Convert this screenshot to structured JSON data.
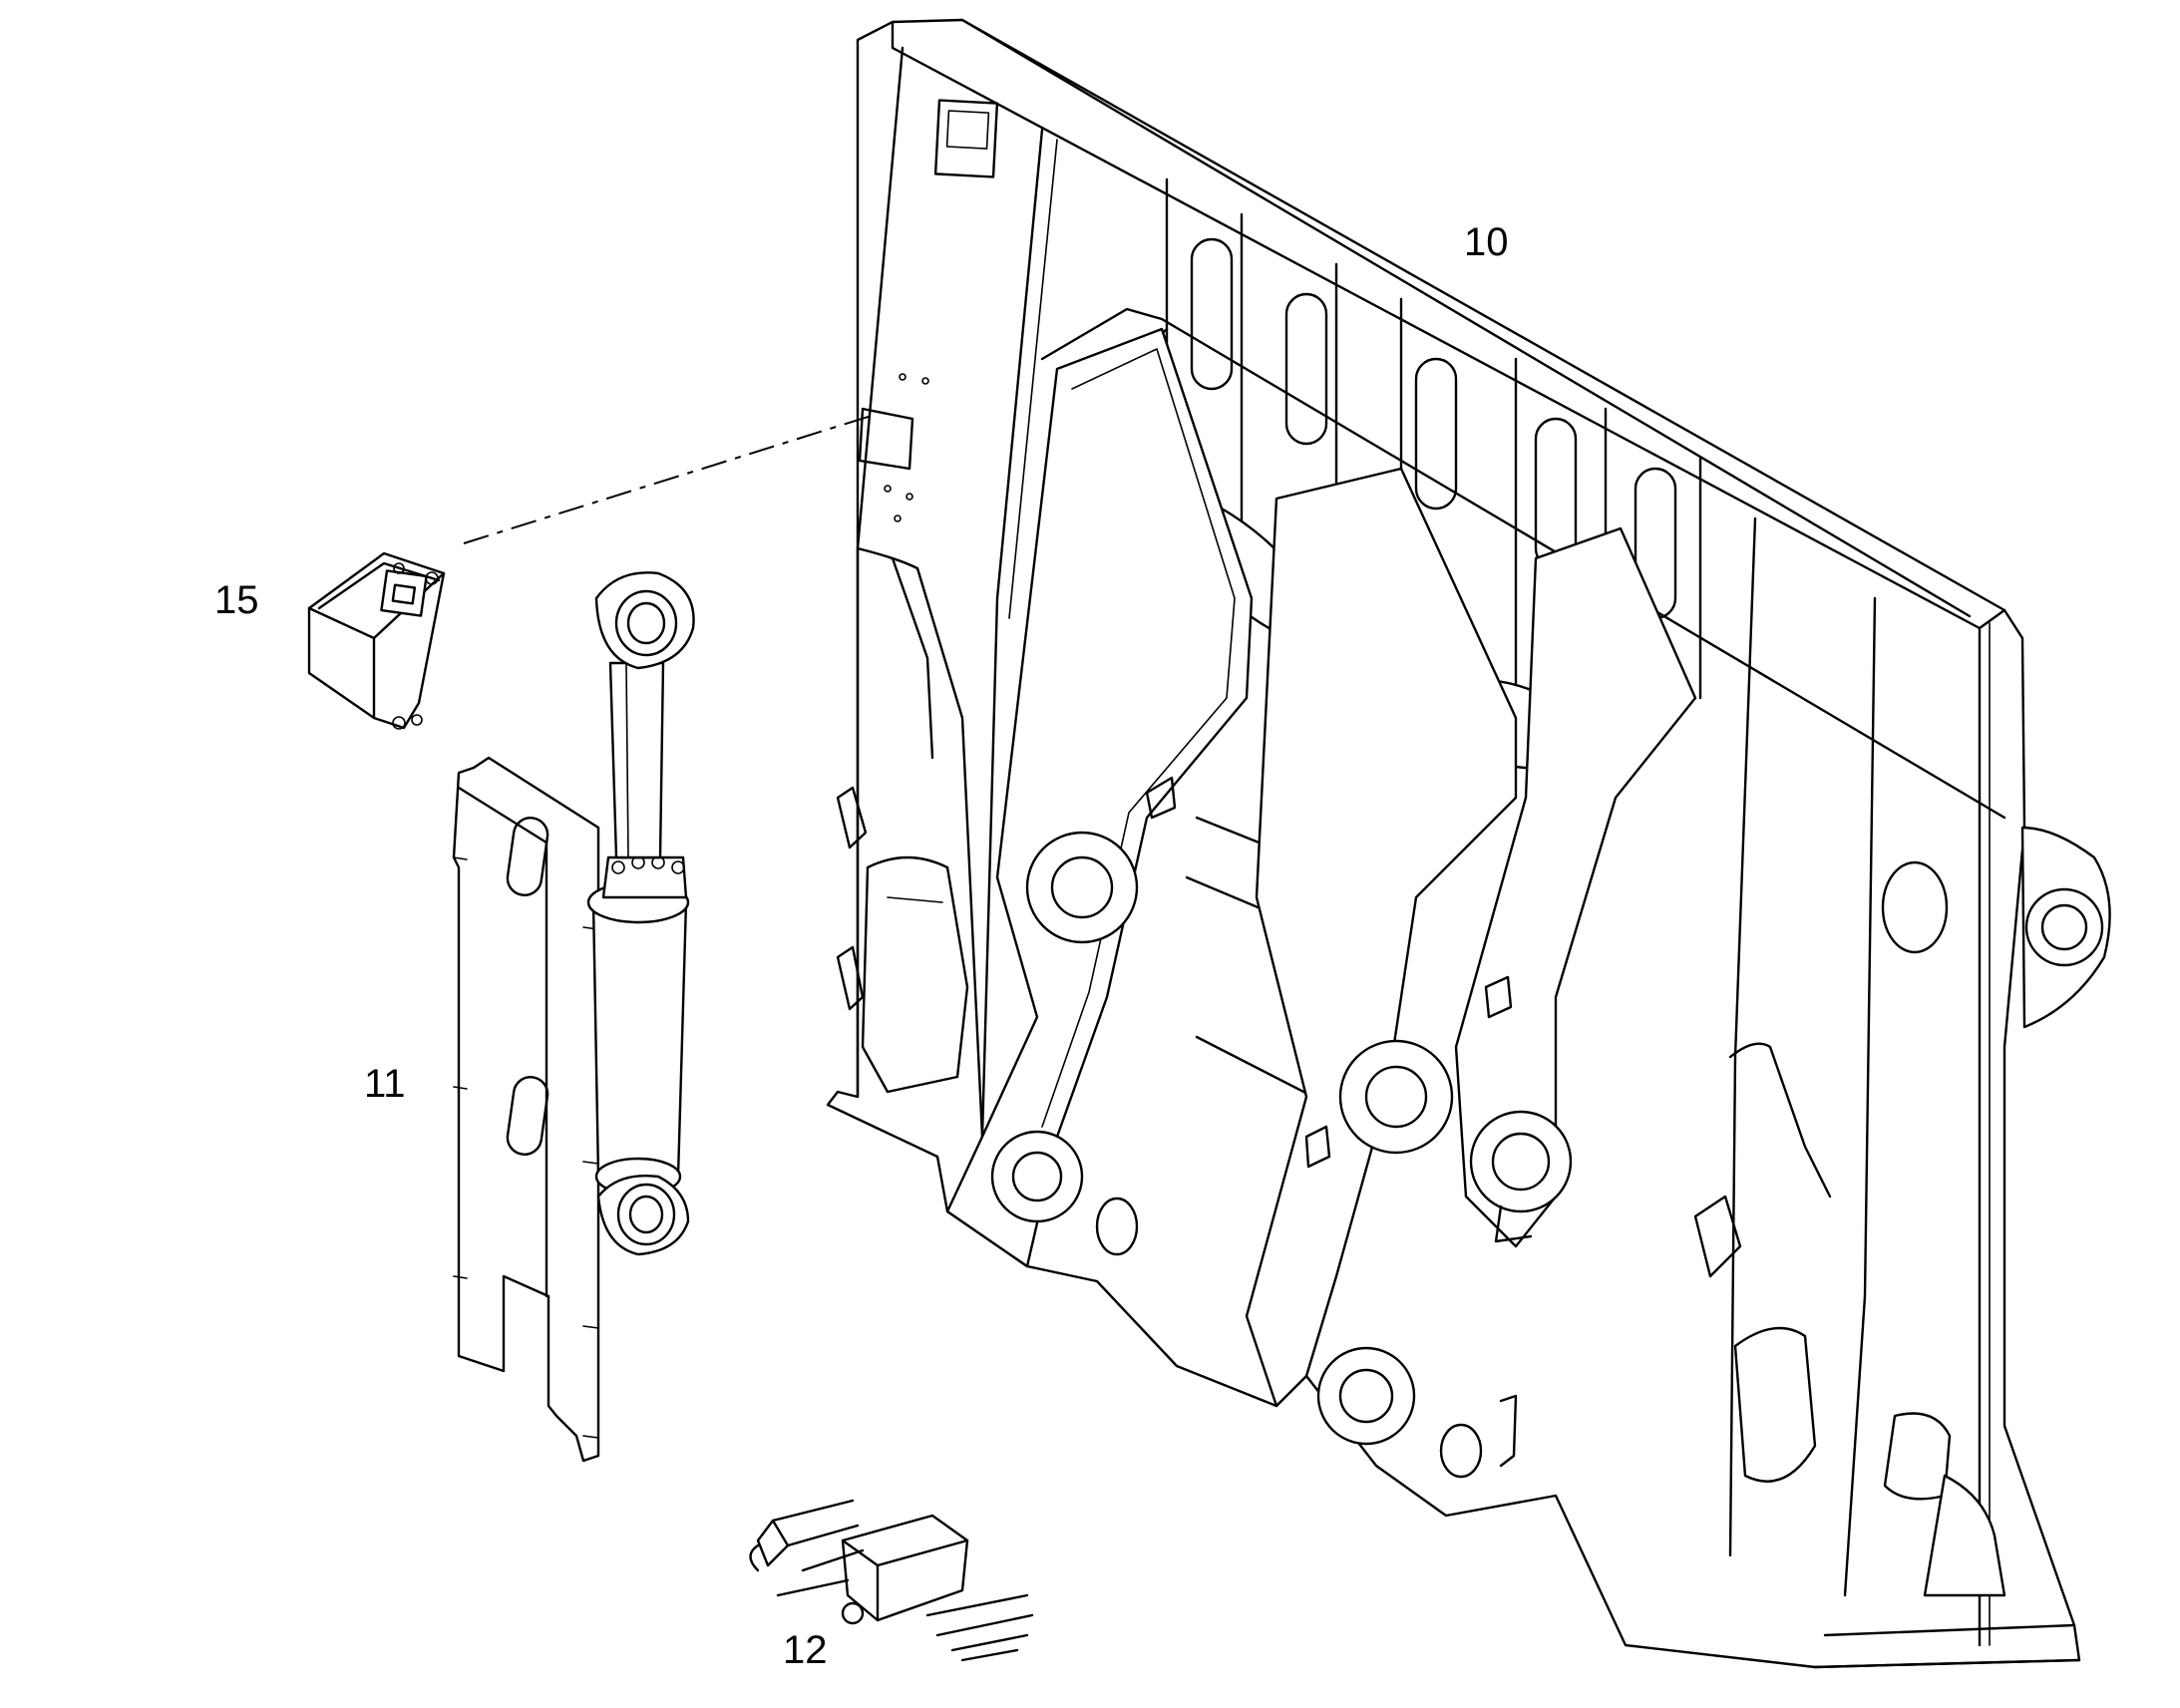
{
  "callouts": {
    "part_10": "10",
    "part_11": "11",
    "part_12": "12",
    "part_15": "15"
  },
  "colors": {
    "line": "#000000",
    "background": "#ffffff"
  }
}
